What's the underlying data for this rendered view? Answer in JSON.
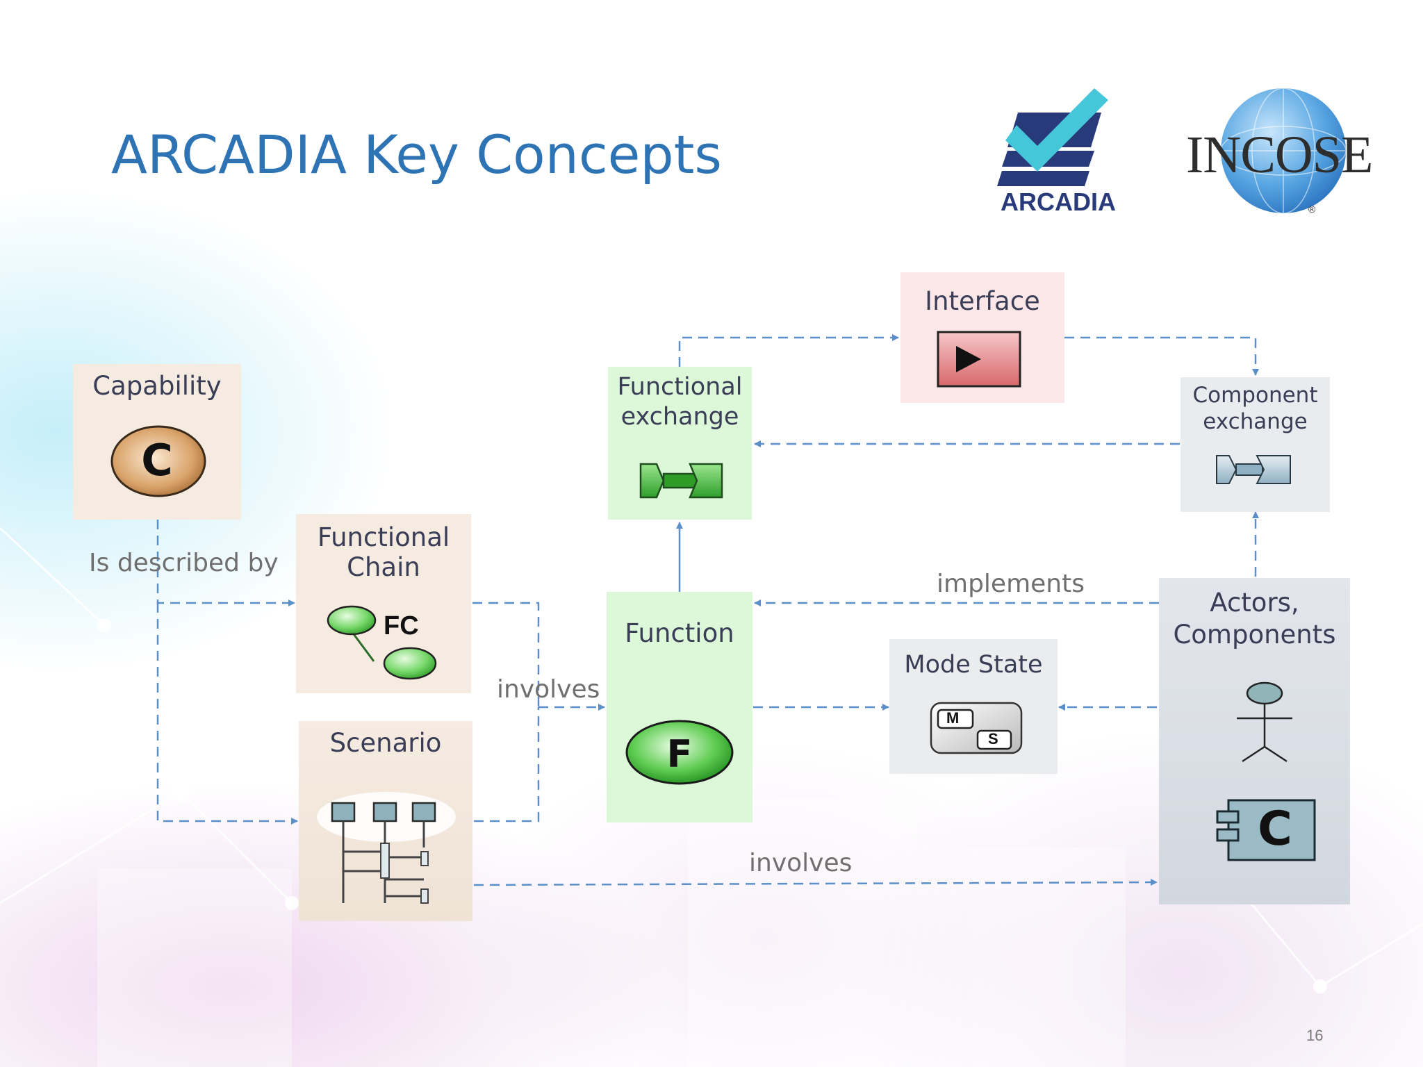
{
  "slide": {
    "title": "ARCADIA Key Concepts",
    "page_number": "16"
  },
  "logos": {
    "arcadia": "ARCADIA",
    "incose": "INCOSE",
    "registered": "®"
  },
  "nodes": {
    "capability": {
      "label": "Capability",
      "icon_letter": "C"
    },
    "functional_chain": {
      "label_line1": "Functional",
      "label_line2": "Chain",
      "icon_text": "FC"
    },
    "scenario": {
      "label": "Scenario"
    },
    "functional_exchange": {
      "label_line1": "Functional",
      "label_line2": "exchange"
    },
    "function": {
      "label": "Function",
      "icon_letter": "F"
    },
    "interface": {
      "label": "Interface"
    },
    "mode_state": {
      "label": "Mode State",
      "icon_m": "M",
      "icon_s": "S"
    },
    "component_exchange": {
      "label_line1": "Component",
      "label_line2": "exchange"
    },
    "actors_components": {
      "label_line1": "Actors,",
      "label_line2": "Components",
      "icon_letter": "C"
    }
  },
  "edges": {
    "is_described_by": "Is described by",
    "involves_top": "involves",
    "implements": "implements",
    "involves_bottom": "involves"
  },
  "colors": {
    "title": "#2e74b5",
    "edge": "#5b8fc9",
    "capability_fill": "#f6ebe1",
    "green_fill": "#ddf7d9",
    "interface_fill": "#fbe6e8",
    "grey_fill": "#e9ecef",
    "actors_fill": "#dfe3ea"
  }
}
